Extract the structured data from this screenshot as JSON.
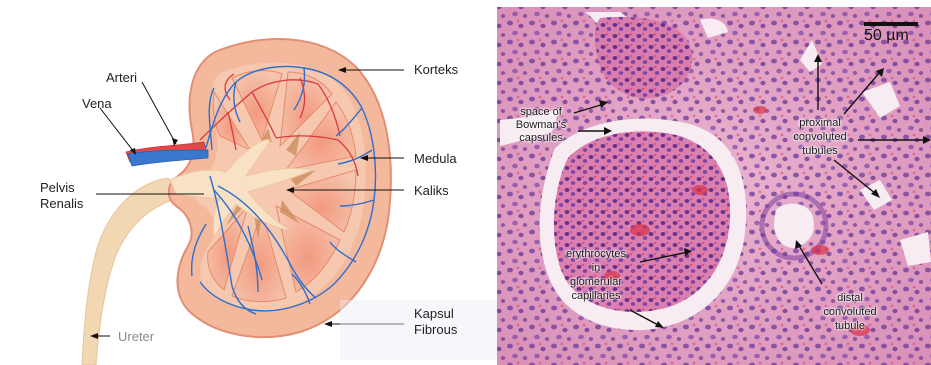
{
  "left_panel": {
    "labels": {
      "korteks": "Korteks",
      "arteri": "Arteri",
      "vena": "Vena",
      "medula": "Medula",
      "pelvis_line1": "Pelvis",
      "pelvis_line2": "Renalis",
      "kaliks": "Kaliks",
      "kapsul_line1": "Kapsul",
      "kapsul_line2": "Fibrous",
      "ureter": "Ureter"
    },
    "colors": {
      "cortex": "#f3b59a",
      "medulla": "#e79a78",
      "pelvis": "#f8ddc0",
      "ureter": "#f1d7b2",
      "artery": "#e2484a",
      "vein": "#2f6fc9"
    }
  },
  "right_panel": {
    "scale_bar": "50 µm",
    "labels": {
      "space_line1": "space of",
      "space_line2": "Bowman's",
      "space_line3": "capsules",
      "proximal_line1": "proximal",
      "proximal_line2": "convoluted",
      "proximal_line3": "tubules",
      "erythro_line1": "erythrocytes",
      "erythro_line2": "in",
      "erythro_line3": "glomerular",
      "erythro_line4": "capillaries",
      "distal_line1": "distal",
      "distal_line2": "convoluted",
      "distal_line3": "tubule"
    },
    "colors": {
      "tissue": "#e7a6c6",
      "nuclei": "#6a3c9e",
      "lumen": "#f7eef4"
    }
  }
}
